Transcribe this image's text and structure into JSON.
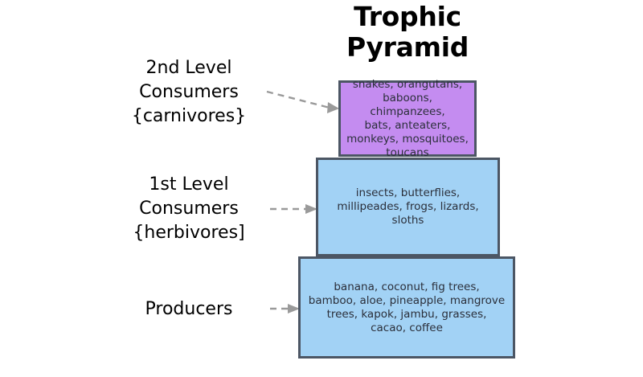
{
  "diagram": {
    "title": "Trophic\nPyramid",
    "colors": {
      "tier_carnivores": "#c48cf0",
      "tier_herbivores": "#a2d2f5",
      "tier_producers": "#a2d2f5",
      "tier_border": "#4c5664",
      "arrow": "#9a9a9a",
      "text": "#2b2f3a",
      "background": "#ffffff"
    },
    "levels": [
      {
        "side_label": "2nd Level\nConsumers\n{carnivores}",
        "organisms": "snakes, orangutans,\nbaboons, chimpanzees,\nbats, anteaters,\nmonkeys, mosquitoes,\ntoucans",
        "arrow": "dashed-arrow-right"
      },
      {
        "side_label": "1st Level\nConsumers\n{herbivores]",
        "organisms": "insects, butterflies,\nmillipeades, frogs, lizards,\nsloths",
        "arrow": "dashed-arrow-right"
      },
      {
        "side_label": "Producers",
        "organisms": "banana, coconut, fig trees,\nbamboo, aloe, pineapple, mangrove\ntrees, kapok, jambu, grasses,\ncacao, coffee",
        "arrow": "dashed-arrow-right"
      }
    ]
  }
}
